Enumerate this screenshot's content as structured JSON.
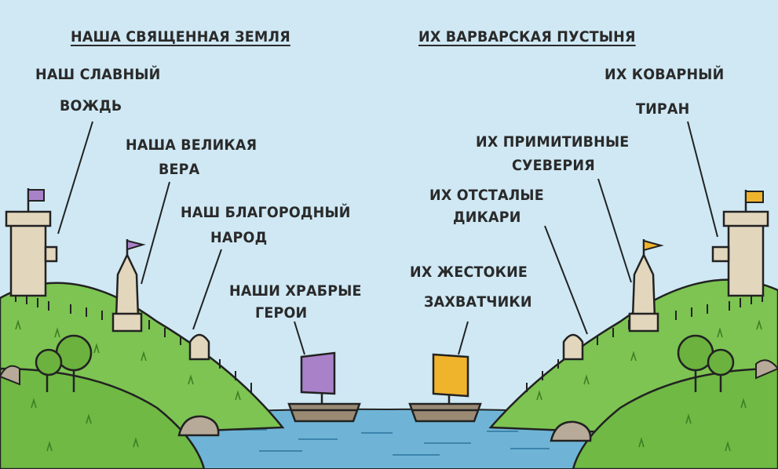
{
  "headings": {
    "left": "НАША СВЯЩЕННАЯ ЗЕМЛЯ",
    "right": "ИХ ВАРВАРСКАЯ ПУСТЫНЯ"
  },
  "left_labels": {
    "leader_1": "НАШ СЛАВНЫЙ",
    "leader_2": "ВОЖДЬ",
    "faith_1": "НАША ВЕЛИКАЯ",
    "faith_2": "ВЕРА",
    "people_1": "НАШ БЛАГОРОДНЫЙ",
    "people_2": "НАРОД",
    "heroes_1": "НАШИ ХРАБРЫЕ",
    "heroes_2": "ГЕРОИ"
  },
  "right_labels": {
    "tyrant_1": "ИХ КОВАРНЫЙ",
    "tyrant_2": "ТИРАН",
    "superstition_1": "ИХ ПРИМИТИВНЫЕ",
    "superstition_2": "СУЕВЕРИЯ",
    "savages_1": "ИХ ОТСТАЛЫЕ",
    "savages_2": "ДИКАРИ",
    "invaders_1": "ИХ ЖЕСТОКИЕ",
    "invaders_2": "ЗАХВАТЧИКИ"
  },
  "colors": {
    "sky": "#cfe8f4",
    "grass": "#7dc452",
    "grass_dark": "#5fa43a",
    "water": "#6fb4d6",
    "stone": "#e2d6bd",
    "left_flag": "#a981c9",
    "right_flag": "#f0b32c",
    "ink": "#222222"
  }
}
